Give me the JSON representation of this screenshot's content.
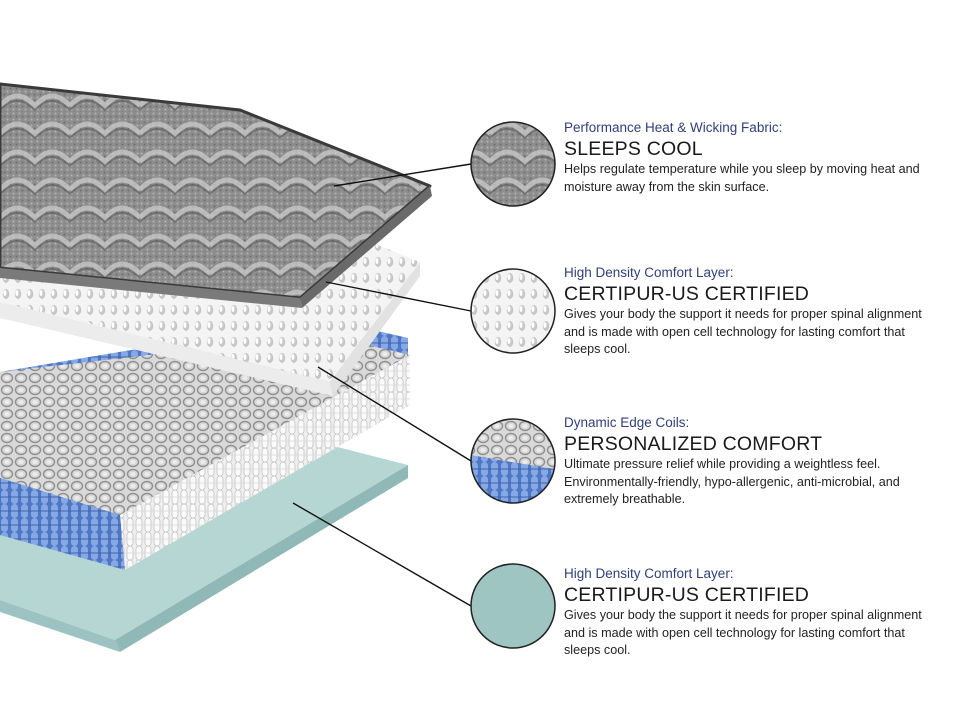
{
  "colors": {
    "kicker": "#2f3f7a",
    "headline": "#1a1a1a",
    "fabric": "#8d8d8d",
    "foam": "#f2f2f2",
    "coil_blue": "#6d95d8",
    "base": "#a6cac8"
  },
  "layers": [
    {
      "kicker": "Performance Heat & Wicking Fabric:",
      "headline": "SLEEPS COOL",
      "description": "Helps regulate temperature while you sleep by moving heat and moisture away from the skin surface.",
      "material": "knit-fabric"
    },
    {
      "kicker": "High Density Comfort Layer:",
      "headline": "CERTIPUR-US CERTIFIED",
      "description": "Gives your body the support it needs for proper spinal alignment and is made with open cell technology for lasting comfort that sleeps cool.",
      "material": "convoluted-foam"
    },
    {
      "kicker": "Dynamic Edge Coils:",
      "headline": "PERSONALIZED COMFORT",
      "description": "Ultimate pressure relief while providing a weightless feel. Environmentally-friendly, hypo-allergenic, anti-microbial, and extremely breathable.",
      "material": "pocket-coils"
    },
    {
      "kicker": "High Density Comfort Layer:",
      "headline": "CERTIPUR-US CERTIFIED",
      "description": "Gives your body the support it needs for proper spinal alignment and is made with open cell technology for lasting comfort that sleeps cool.",
      "material": "base-foam"
    }
  ]
}
